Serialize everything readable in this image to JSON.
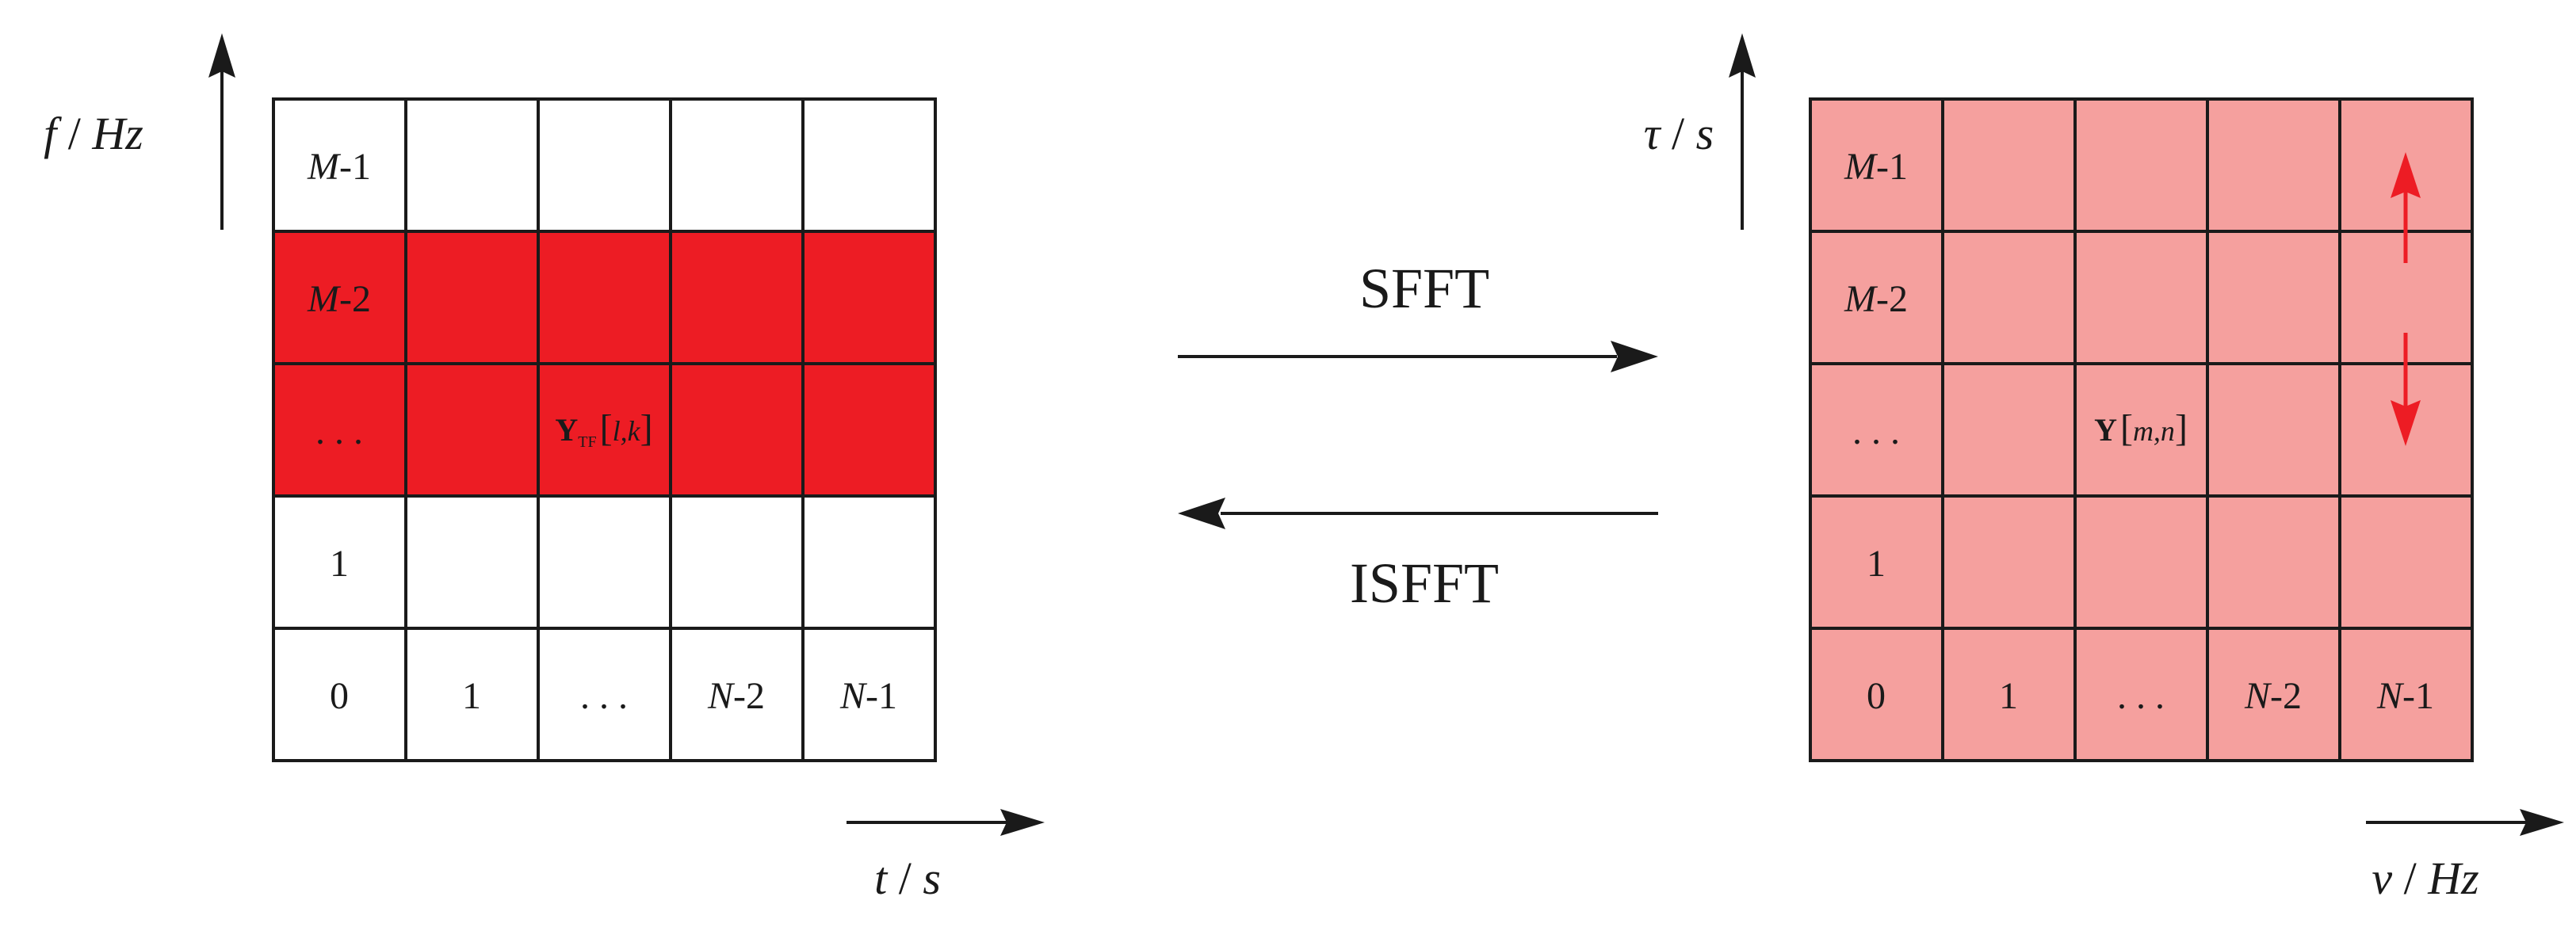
{
  "left_grid": {
    "axis_y_label": {
      "var": "f",
      "sep": " / ",
      "unit": "Hz"
    },
    "axis_x_label": {
      "var": "t",
      "sep": " / ",
      "unit": "s"
    },
    "row_labels": [
      {
        "var": "M",
        "rest": "-1"
      },
      {
        "var": "M",
        "rest": "-2"
      },
      {
        "var": "",
        "rest": ". . ."
      },
      {
        "var": "",
        "rest": "1"
      },
      {
        "var": "",
        "rest": "0"
      }
    ],
    "col_labels": [
      {
        "var": "",
        "rest": "1"
      },
      {
        "var": "",
        "rest": ". . ."
      },
      {
        "var": "N",
        "rest": "-2"
      },
      {
        "var": "N",
        "rest": "-1"
      }
    ],
    "cell_label": {
      "main": "Y",
      "sub": "TF",
      "open": "[",
      "idx": "l,k",
      "close": "]"
    },
    "highlight_color": "#ed1c24",
    "base_color": "#ffffff"
  },
  "right_grid": {
    "axis_y_label": {
      "var": "τ",
      "sep": " / ",
      "unit": "s"
    },
    "axis_x_label": {
      "var": "ν",
      "sep": " / ",
      "unit": "Hz"
    },
    "row_labels": [
      {
        "var": "M",
        "rest": "-1"
      },
      {
        "var": "M",
        "rest": "-2"
      },
      {
        "var": "",
        "rest": ". . ."
      },
      {
        "var": "",
        "rest": "1"
      },
      {
        "var": "",
        "rest": "0"
      }
    ],
    "col_labels": [
      {
        "var": "",
        "rest": "1"
      },
      {
        "var": "",
        "rest": ". . ."
      },
      {
        "var": "N",
        "rest": "-2"
      },
      {
        "var": "N",
        "rest": "-1"
      }
    ],
    "cell_label": {
      "main": "Y",
      "open": "[",
      "idx": "m,n",
      "close": "]"
    },
    "fill_color": "#f5a09e",
    "arrow_color": "#ed1c24"
  },
  "transforms": {
    "forward_label": "SFFT",
    "inverse_label": "ISFFT"
  }
}
